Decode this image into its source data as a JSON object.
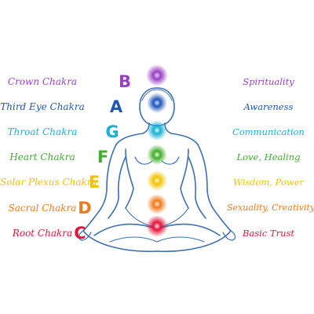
{
  "chakras": [
    {
      "name": "Crown Chakra",
      "note": "B",
      "meaning": "Spirituality",
      "color": "#9b3fc6"
    },
    {
      "name": "Third Eye Chakra",
      "note": "A",
      "meaning": "Awareness",
      "color": "#1f57b8"
    },
    {
      "name": "Throat Chakra",
      "note": "G",
      "meaning": "Communication",
      "color": "#1ab0d6"
    },
    {
      "name": "Heart Chakra",
      "note": "F",
      "meaning": "Love, Healing",
      "color": "#3fae2a"
    },
    {
      "name": "Solar Plexus Chakra",
      "note": "E",
      "meaning": "Wisdom, Power",
      "color": "#f2c200"
    },
    {
      "name": "Sacral Chakra",
      "note": "D",
      "meaning": "Sexuality, Creativity",
      "color": "#f07a1a"
    },
    {
      "name": "Root Chakra",
      "note": "C",
      "meaning": "Basic Trust",
      "color": "#e2143a"
    }
  ],
  "colors": {
    "outline": "#3b6fb5"
  }
}
